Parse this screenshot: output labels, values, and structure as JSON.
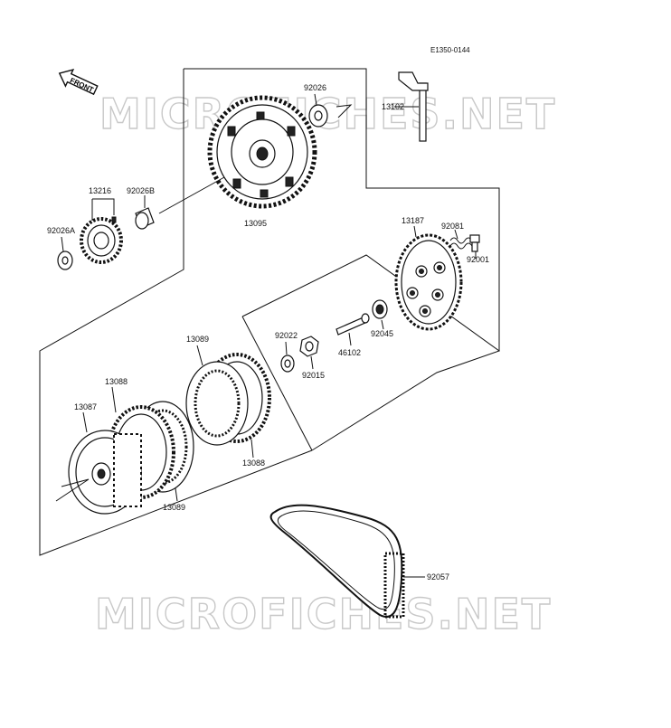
{
  "diagram_code": "E1350-0144",
  "front_label": "FRONT",
  "watermark": "MICROFICHES.NET",
  "parts": {
    "p92026": "92026",
    "p13102": "13102",
    "p13216": "13216",
    "p92026B": "92026B",
    "p92026A": "92026A",
    "p13095": "13095",
    "p13187": "13187",
    "p92081": "92081",
    "p92001": "92001",
    "p92045": "92045",
    "p46102": "46102",
    "p92022": "92022",
    "p92015": "92015",
    "p13089a": "13089",
    "p13088a": "13088",
    "p13087": "13087",
    "p13088b": "13088",
    "p13089b": "13089",
    "p92057": "92057"
  }
}
